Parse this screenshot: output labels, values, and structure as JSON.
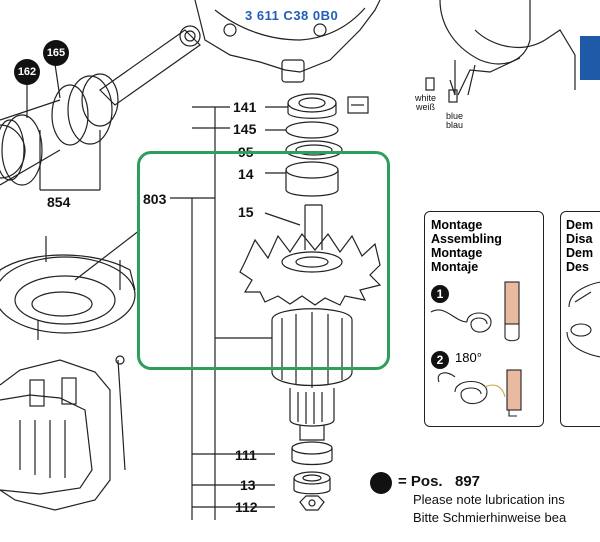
{
  "header": {
    "code": "3 611 C38 0B0"
  },
  "callouts": {
    "p162": "162",
    "p165": "165",
    "p854": "854",
    "p803": "803",
    "p141": "141",
    "p145": "145",
    "p95": "95",
    "p14": "14",
    "p15": "15",
    "p111": "111",
    "p13": "13",
    "p112": "112"
  },
  "wires": {
    "white_en": "white",
    "white_de": "weiß",
    "blue_en": "blue",
    "blue_de": "blau"
  },
  "montage_panel": {
    "line1": "Montage",
    "line2": "Assembling",
    "line3": "Montage",
    "line4": "Montaje",
    "step1": "1",
    "step2": "2",
    "angle": "180°"
  },
  "demontage_panel": {
    "line1": "Dem",
    "line2": "Disa",
    "line3": "Dem",
    "line4": "Des"
  },
  "footer": {
    "pos_label": "= Pos.",
    "pos_number": "897",
    "note_en": "Please note lubrication ins",
    "note_de": "Bitte Schmierhinweise bea"
  },
  "colors": {
    "highlight_box": "#2f9e5b",
    "brand_blue": "#1e5aa8",
    "header_blue": "#1f5fb8"
  }
}
